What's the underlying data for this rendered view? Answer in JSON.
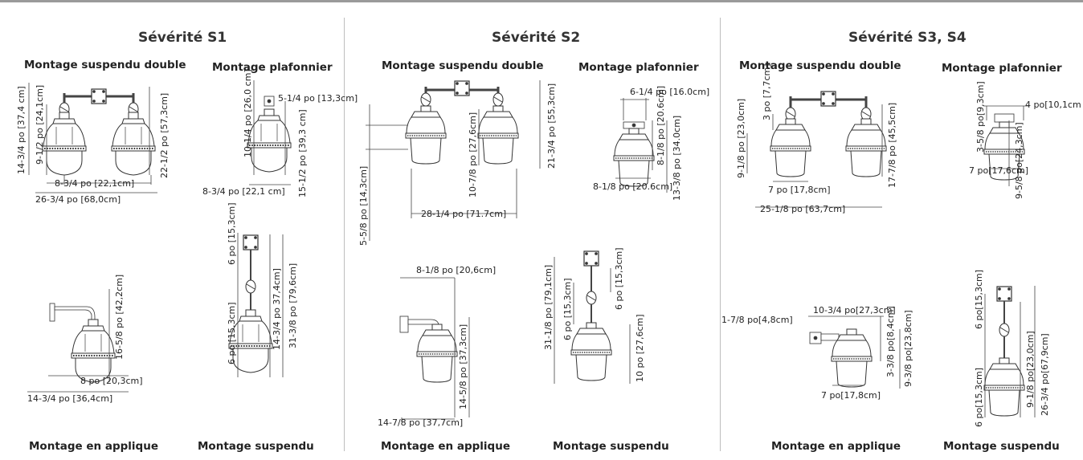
{
  "sections": [
    {
      "title": "Sévérité S1",
      "top_left_caption": "Montage suspendu double",
      "top_right_caption": "Montage plafonnier",
      "bottom_left_caption": "Montage en applique",
      "bottom_right_caption": "Montage suspendu"
    },
    {
      "title": "Sévérité S2",
      "top_left_caption": "Montage suspendu double",
      "top_right_caption": "Montage plafonnier",
      "bottom_left_caption": "Montage en applique",
      "bottom_right_caption": "Montage suspendu"
    },
    {
      "title": "Sévérité S3, S4",
      "top_left_caption": "Montage suspendu double",
      "top_right_caption": "Montage plafonnier",
      "bottom_left_caption": "Montage en applique",
      "bottom_right_caption": "Montage suspendu"
    }
  ],
  "dimensions": {
    "s1_double": [
      "14-3/4 po [37,4 cm]",
      "9-1/2 po [24,1cm]",
      "22-1/2 po [57,3cm]",
      "8-3/4 po [22,1cm]",
      "26-3/4 po [68,0cm]"
    ],
    "s1_ceiling": [
      "5-1/4 po [13,3cm]",
      "10-1/4 po [26,0 cm]",
      "15-1/2 po [39,3 cm]",
      "8-3/4 po [22,1 cm]"
    ],
    "s1_wall": [
      "16-5/8 po [42,2cm]",
      "8 po [20,3cm]",
      "14-3/4 po [36,4cm]"
    ],
    "s1_pendant": [
      "6 po [15,3cm]",
      "14-3/4 po 37,4cm]",
      "31-3/8 po [79,6cm]",
      "6 po [15,3cm]"
    ],
    "s2_double": [
      "5-5/8 po [14,3cm]",
      "10-7/8 po [27,6cm]",
      "21-3/4 po [55,3cm]",
      "28-1/4 po [71.7cm]"
    ],
    "s2_ceiling": [
      "6-1/4 po [16.0cm]",
      "8-1/8 po [20.6cm]",
      "13-3/8 po [34.0cm]",
      "8-1/8 po [20.6cm]"
    ],
    "s2_wall": [
      "8-1/8 po [20,6cm]",
      "14-5/8 po [37,3cm]",
      "14-7/8 po [37,7cm]"
    ],
    "s2_pendant": [
      "31-1/8 po [79,1cm]",
      "6 po [15,3cm]",
      "6 po [15,3cm]",
      "10 po [27,6cm]"
    ],
    "s34_double": [
      "3 po [7,7cm]",
      "9-1/8 po [23,0cm]",
      "17-7/8 po [45,5cm]",
      "7 po [17,8cm]",
      "25-1/8 po [63,7cm]"
    ],
    "s34_ceiling": [
      "4 po[10,1cm",
      "3-5/8 po[9,3cm]",
      "9-5/8 po[24,3cm]",
      "7 po[17,6cm]"
    ],
    "s34_wall": [
      "1-7/8 po[4,8cm]",
      "10-3/4 po[27,3cm]",
      "3-3/8 po[8,4cm]",
      "9-3/8 po[23,8cm]",
      "7 po[17,8cm]"
    ],
    "s34_pendant": [
      "6 po[15,3cm]",
      "9-1/8 po[23,0cm]",
      "26-3/4 po[67,9cm]",
      "6 po[15,3cm]"
    ]
  }
}
